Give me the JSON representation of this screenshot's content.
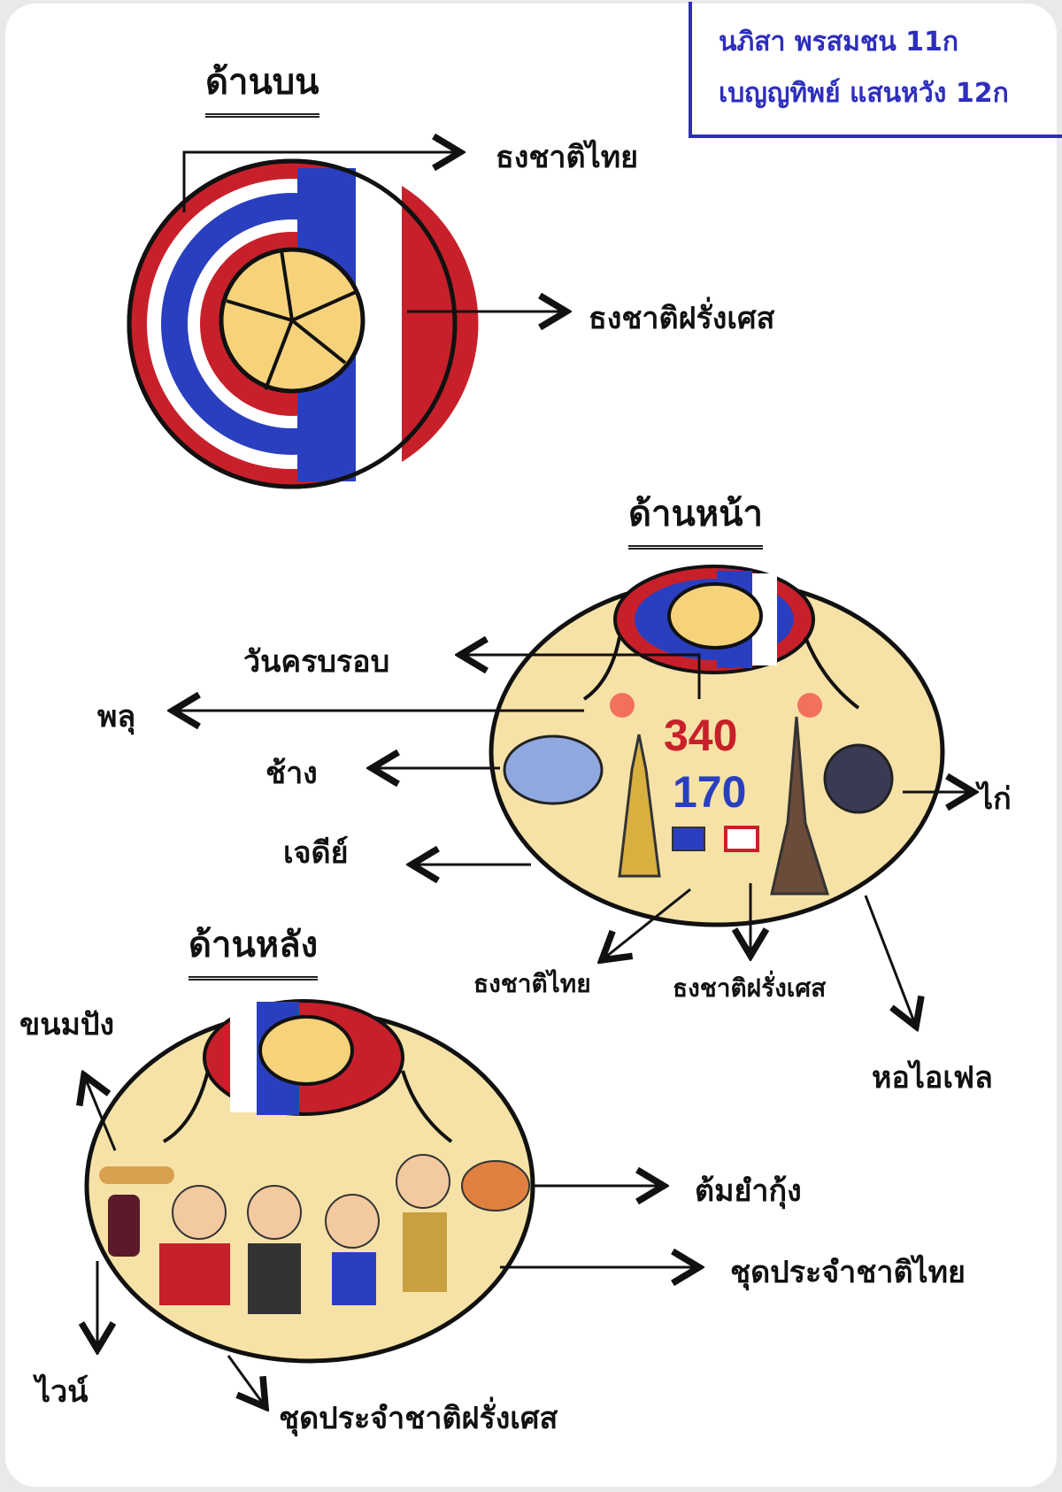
{
  "authors": [
    "นภิสา พรสมชน 11ก",
    "เบญญทิพย์ แสนหวัง 12ก"
  ],
  "top_view": {
    "title": "ด้านบน",
    "labels": {
      "thai_flag": "ธงชาติไทย",
      "french_flag": "ธงชาติฝรั่งเศส"
    }
  },
  "front_view": {
    "title": "ด้านหน้า",
    "numbers": {
      "top": "340",
      "bottom": "170"
    },
    "labels": {
      "anniversary": "วันครบรอบ",
      "fireworks": "พลุ",
      "elephant": "ช้าง",
      "pagoda": "เจดีย์",
      "rooster": "ไก่",
      "thai_flag": "ธงชาติไทย",
      "french_flag": "ธงชาติฝรั่งเศส",
      "eiffel": "หอไอเฟล"
    }
  },
  "back_view": {
    "title": "ด้านหลัง",
    "labels": {
      "bread": "ขนมปัง",
      "tom_yum": "ต้มยำกุ้ง",
      "thai_costume": "ชุดประจำชาติไทย",
      "wine": "ไวน์",
      "french_costume": "ชุดประจำชาติฝรั่งเศส"
    }
  },
  "colors": {
    "red": "#c8202a",
    "blue": "#2a3fbf",
    "hat": "#f6e2a6",
    "author_ink": "#2e2ebd"
  }
}
